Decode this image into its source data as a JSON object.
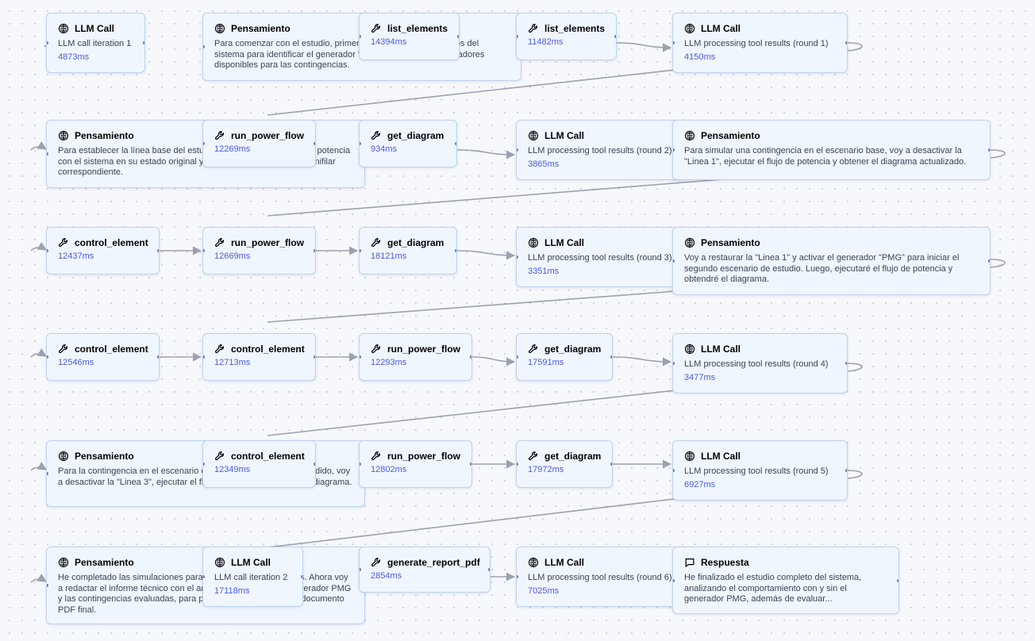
{
  "nodes": [
    {
      "kind": "llm",
      "title": "LLM Call",
      "body": "LLM call iteration 1",
      "ms": "4873ms"
    },
    {
      "kind": "thought",
      "title": "Pensamiento",
      "body": "Para comenzar con el estudio, primero voy a listar los elementos del sistema para identificar el generador \"PMG\" y los demás generadores disponibles para las contingencias."
    },
    {
      "kind": "tool",
      "title": "list_elements",
      "ms": "14394ms"
    },
    {
      "kind": "tool",
      "title": "list_elements",
      "ms": "11482ms"
    },
    {
      "kind": "llm",
      "title": "LLM Call",
      "body": "LLM processing tool results (round 1)",
      "ms": "4150ms"
    },
    {
      "kind": "thought",
      "title": "Pensamiento",
      "body": "Para establecer la línea base del estudio, voy a ejecutar el flujo de potencia con el sistema en su estado original y luego obtener el diagrama unifilar correspondiente."
    },
    {
      "kind": "tool",
      "title": "run_power_flow",
      "ms": "12269ms"
    },
    {
      "kind": "tool",
      "title": "get_diagram",
      "ms": "934ms"
    },
    {
      "kind": "llm",
      "title": "LLM Call",
      "body": "LLM processing tool results (round 2)",
      "ms": "3865ms"
    },
    {
      "kind": "thought",
      "title": "Pensamiento",
      "body": "Para simular una contingencia en el escenario base, voy a desactivar la \"Linea 1\", ejecutar el flujo de potencia y obtener el diagrama actualizado."
    },
    {
      "kind": "tool",
      "title": "control_element",
      "ms": "12437ms"
    },
    {
      "kind": "tool",
      "title": "run_power_flow",
      "ms": "12669ms"
    },
    {
      "kind": "tool",
      "title": "get_diagram",
      "ms": "18121ms"
    },
    {
      "kind": "llm",
      "title": "LLM Call",
      "body": "LLM processing tool results (round 3)",
      "ms": "3351ms"
    },
    {
      "kind": "thought",
      "title": "Pensamiento",
      "body": "Voy a restaurar la \"Linea 1\" y activar el generador \"PMG\" para iniciar el segundo escenario de estudio. Luego, ejecutaré el flujo de potencia y obtendré el diagrama."
    },
    {
      "kind": "tool",
      "title": "control_element",
      "ms": "12546ms"
    },
    {
      "kind": "tool",
      "title": "control_element",
      "ms": "12713ms"
    },
    {
      "kind": "tool",
      "title": "run_power_flow",
      "ms": "12293ms"
    },
    {
      "kind": "tool",
      "title": "get_diagram",
      "ms": "17591ms"
    },
    {
      "kind": "llm",
      "title": "LLM Call",
      "body": "LLM processing tool results (round 4)",
      "ms": "3477ms"
    },
    {
      "kind": "thought",
      "title": "Pensamiento",
      "body": "Para la contingencia en el escenario con el generador PMG encendido, voy a desactivar la \"Linea 3\", ejecutar el flujo de potencia y obtener el diagrama."
    },
    {
      "kind": "tool",
      "title": "control_element",
      "ms": "12349ms"
    },
    {
      "kind": "tool",
      "title": "run_power_flow",
      "ms": "12802ms"
    },
    {
      "kind": "tool",
      "title": "get_diagram",
      "ms": "17972ms"
    },
    {
      "kind": "llm",
      "title": "LLM Call",
      "body": "LLM processing tool results (round 5)",
      "ms": "6927ms"
    },
    {
      "kind": "thought",
      "title": "Pensamiento",
      "body": "He completado las simulaciones para los escenarios solicitados. Ahora voy a redactar el informe técnico con el análisis del impacto del generador PMG y las contingencias evaluadas, para posteriormente generar el documento PDF final."
    },
    {
      "kind": "llm",
      "title": "LLM Call",
      "body": "LLM call iteration 2",
      "ms": "17118ms"
    },
    {
      "kind": "tool",
      "title": "generate_report_pdf",
      "ms": "2854ms"
    },
    {
      "kind": "llm",
      "title": "LLM Call",
      "body": "LLM processing tool results (round 6)",
      "ms": "7025ms"
    },
    {
      "kind": "answer",
      "title": "Respuesta",
      "body": "He finalizado el estudio completo del sistema, analizando el comportamiento con y sin el generador PMG, además de evaluar..."
    }
  ]
}
